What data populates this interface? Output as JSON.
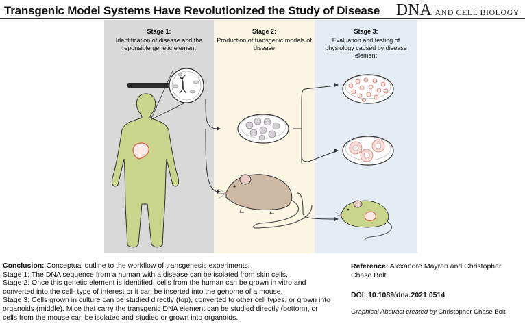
{
  "header": {
    "title": "Transgenic Model Systems Have Revolutionized the Study of Disease",
    "journal_dna": "DNA",
    "journal_rest": "AND CELL BIOLOGY"
  },
  "stages": [
    {
      "title": "Stage 1:",
      "description": "Identification of disease and the reponsible genetic element"
    },
    {
      "title": "Stage 2:",
      "description": "Production of transgenic models of disease"
    },
    {
      "title": "Stage 3:",
      "description": "Evaluation and testing of physiology caused by disease element"
    }
  ],
  "footer": {
    "conclusion_label": "Conclusion:",
    "conclusion_text": " Conceptual outline to the workflow of transgenesis experiments.",
    "stage1": "Stage 1: The DNA sequence from a human with a disease can be isolated from skin cells.",
    "stage2": "Stage 2: Once this genetic element is identified, cells from the human can be grown in vitro and converted into the cell- type of interest or it can be inserted into the genome of a mouse.",
    "stage3": "Stage 3: Cells grown in culture can be studied directly (top), converted to other cell types, or grown into organoids (middle). Mice that carry the transgenic DNA element can be studied directly (bottom), or cells from the mouse can be isolated and studied or grown into organoids.",
    "reference_label": "Reference:",
    "reference_text": " Alexandre Mayran and Christopher Chase Bolt",
    "doi": "DOI: 10.1089/dna.2021.0514",
    "credit_italic": "Graphical Abstract created by",
    "credit_name": " Christopher Chase Bolt"
  },
  "colors": {
    "stage1_bg": "#d9d9d9",
    "stage2_bg": "#fbf5e4",
    "stage3_bg": "#e6ecf3",
    "body_green": "#c9d58a",
    "organ_red": "#e07a6a",
    "mouse_tan": "#cdb9a4"
  }
}
